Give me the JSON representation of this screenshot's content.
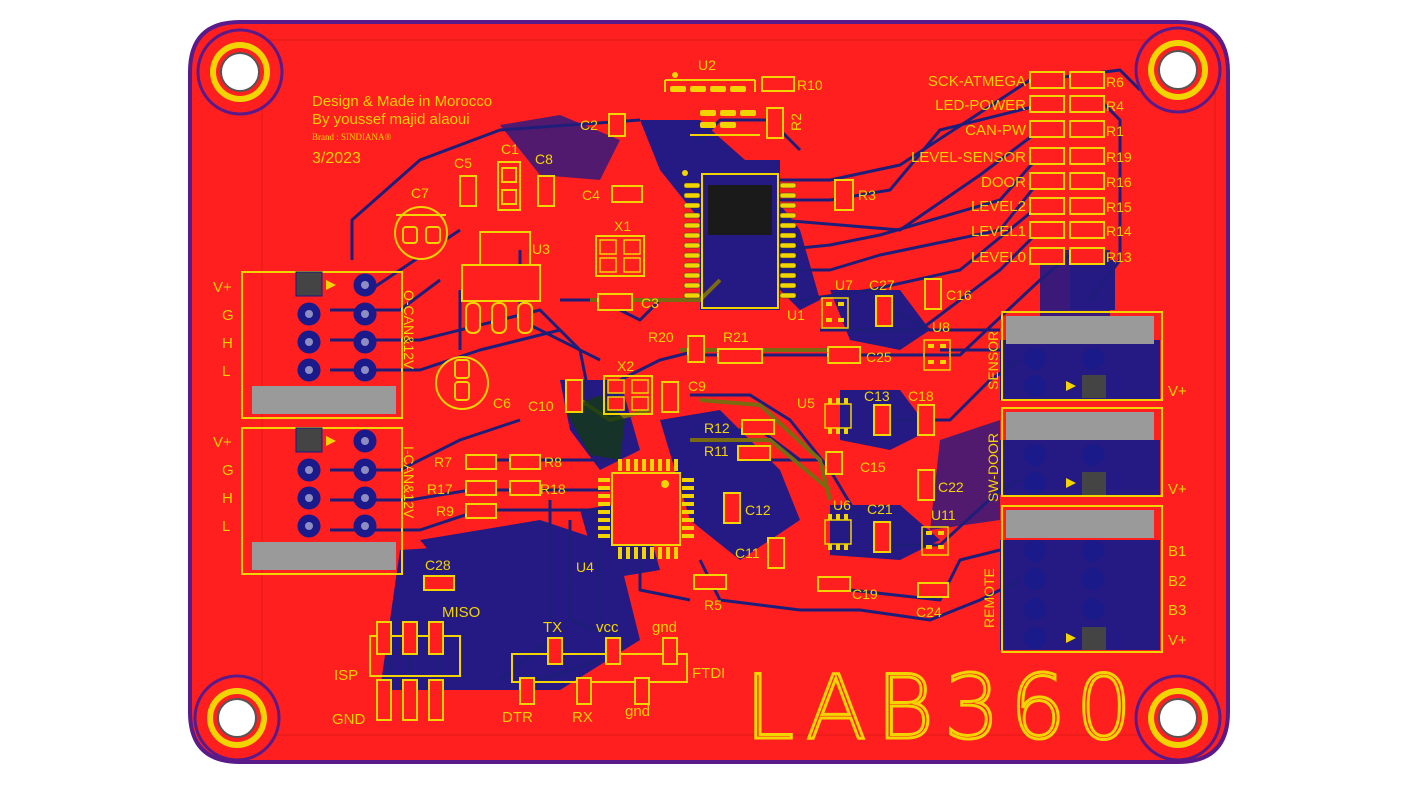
{
  "board": {
    "credits": {
      "line1": "Design & Made in Morocco",
      "line2": "By youssef majid alaoui",
      "brand": "Brand : SINDIANA®",
      "date": "3/2023"
    },
    "logo": "LAB360"
  },
  "colors": {
    "copper_top": "#ff1f1f",
    "copper_bottom": "#1a1a8a",
    "silkscreen": "#f2d400",
    "board_edge": "#5a1a8a",
    "mask_gray": "#9a9a9a"
  },
  "components": {
    "u1": "U1",
    "u2": "U2",
    "u3": "U3",
    "u4": "U4",
    "u5": "U5",
    "u6": "U6",
    "u7": "U7",
    "u8": "U8",
    "u11": "U11",
    "x1": "X1",
    "x2": "X2",
    "c1": "C1",
    "c2": "C2",
    "c3": "C3",
    "c4": "C4",
    "c5": "C5",
    "c6": "C6",
    "c7": "C7",
    "c8": "C8",
    "c9": "C9",
    "c10": "C10",
    "c11": "C11",
    "c12": "C12",
    "c13": "C13",
    "c15": "C15",
    "c16": "C16",
    "c18": "C18",
    "c19": "C19",
    "c21": "C21",
    "c22": "C22",
    "c24": "C24",
    "c25": "C25",
    "c27": "C27",
    "c28": "C28",
    "r1": "R1",
    "r2": "R2",
    "r3": "R3",
    "r4": "R4",
    "r5": "R5",
    "r6": "R6",
    "r7": "R7",
    "r8": "R8",
    "r9": "R9",
    "r10": "R10",
    "r11": "R11",
    "r12": "R12",
    "r13": "R13",
    "r14": "R14",
    "r15": "R15",
    "r16": "R16",
    "r17": "R17",
    "r18": "R18",
    "r19": "R19",
    "r20": "R20",
    "r21": "R21"
  },
  "led_labels": [
    "SCK-ATMEGA",
    "LED-POWER",
    "CAN-PW",
    "LEVEL-SENSOR",
    "DOOR",
    "LEVEL2",
    "LEVEL1",
    "LEVEL0"
  ],
  "connectors": {
    "can_out": {
      "label": "O-CAN&12V",
      "pins": [
        "V+",
        "G",
        "H",
        "L"
      ]
    },
    "can_in": {
      "label": "I-CAN&12V",
      "pins": [
        "V+",
        "G",
        "H",
        "L"
      ]
    },
    "sensor": {
      "label": "SENSOR",
      "pin": "V+"
    },
    "door": {
      "label": "SW-DOOR",
      "pin": "V+"
    },
    "remote": {
      "label": "REMOTE",
      "pins": [
        "B1",
        "B2",
        "B3",
        "V+"
      ]
    },
    "isp": {
      "label": "ISP",
      "miso": "MISO",
      "gnd": "GND"
    },
    "ftdi": {
      "label": "FTDI",
      "tx": "TX",
      "vcc": "vcc",
      "gnd_top": "gnd",
      "dtr": "DTR",
      "rx": "RX",
      "gnd_bottom": "gnd"
    }
  }
}
